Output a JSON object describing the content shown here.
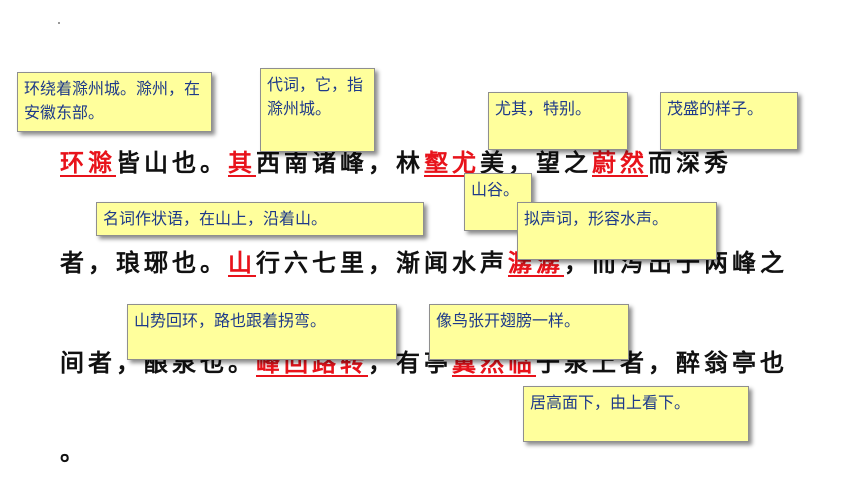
{
  "lines": [
    [
      {
        "text": "环滁",
        "hl": true
      },
      {
        "text": "皆山也。",
        "hl": false
      },
      {
        "text": "其",
        "hl": true
      },
      {
        "text": "西南诸峰，林",
        "hl": false
      },
      {
        "text": "壑尤",
        "hl": true
      },
      {
        "text": "美，望之",
        "hl": false
      },
      {
        "text": "蔚然",
        "hl": true
      },
      {
        "text": "而深秀",
        "hl": false
      }
    ],
    [
      {
        "text": "者，琅琊也。",
        "hl": false
      },
      {
        "text": "山",
        "hl": true
      },
      {
        "text": "行六七里，渐闻水声",
        "hl": false
      },
      {
        "text": "潺潺",
        "hl": true
      },
      {
        "text": "，而泻出于两峰之",
        "hl": false
      }
    ],
    [
      {
        "text": "间者，酿泉也。",
        "hl": false
      },
      {
        "text": "峰回路转",
        "hl": true
      },
      {
        "text": "，有亭",
        "hl": false
      },
      {
        "text": "翼然临",
        "hl": true
      },
      {
        "text": "于泉上者，醉翁亭也",
        "hl": false
      }
    ],
    [
      {
        "text": "。",
        "hl": false
      }
    ]
  ],
  "notes": {
    "huan_chu": "环绕着滁州城。滁州，在安徽东部。",
    "qi": "代词，它，指滁州城。",
    "you": "尤其，特别。",
    "wei_ran": "茂盛的样子。",
    "he": "山谷。",
    "shan_xing": "名词作状语，在山上，沿着山。",
    "chan_chan": "拟声词，形容水声。",
    "feng_hui": "山势回环，路也跟着拐弯。",
    "yi_ran": "像鸟张开翅膀一样。",
    "lin": "居高面下，由上看下。"
  }
}
